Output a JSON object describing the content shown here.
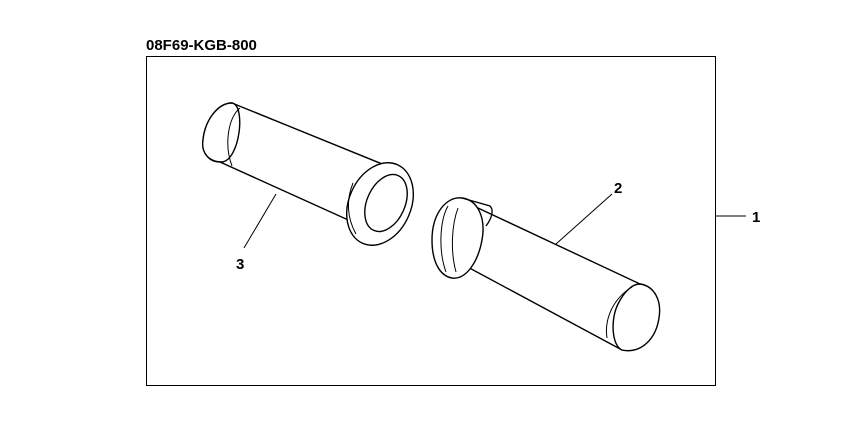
{
  "diagram": {
    "part_number": "08F69-KGB-800",
    "callouts": {
      "assembly": "1",
      "right_grip": "2",
      "left_grip": "3"
    },
    "colors": {
      "ink": "#000000",
      "background": "#ffffff"
    }
  }
}
